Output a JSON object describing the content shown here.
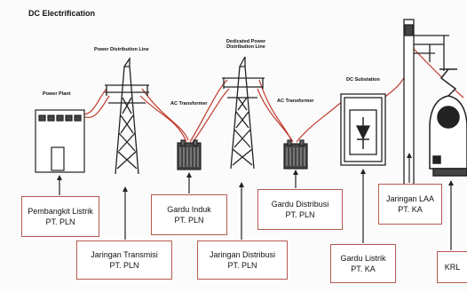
{
  "title": "DC Electrification",
  "labels": {
    "power_plant": "Power Plant",
    "power_distribution_line": "Power Distribution Line",
    "ac_transformer_1": "AC Transformer",
    "dedicated_line": "Dedicated Power Distribution Line",
    "ac_transformer_2": "AC Transformer",
    "dc_substation": "DC Substation"
  },
  "boxes": [
    {
      "line1": "Pembangkit Listrik",
      "line2": "PT. PLN"
    },
    {
      "line1": "Jaringan Transmisi",
      "line2": "PT. PLN"
    },
    {
      "line1": "Gardu Induk",
      "line2": "PT. PLN"
    },
    {
      "line1": "Jaringan Distribusi",
      "line2": "PT. PLN"
    },
    {
      "line1": "Gardu Distribusi",
      "line2": "PT. PLN"
    },
    {
      "line1": "Gardu Listrik",
      "line2": "PT. KA"
    },
    {
      "line1": "Jaringan LAA",
      "line2": "PT. KA"
    },
    {
      "line1": "KRL",
      "line2": ""
    }
  ],
  "colors": {
    "wire": "#c0392b",
    "box_border": "#b55a4e",
    "ink": "#222222"
  }
}
